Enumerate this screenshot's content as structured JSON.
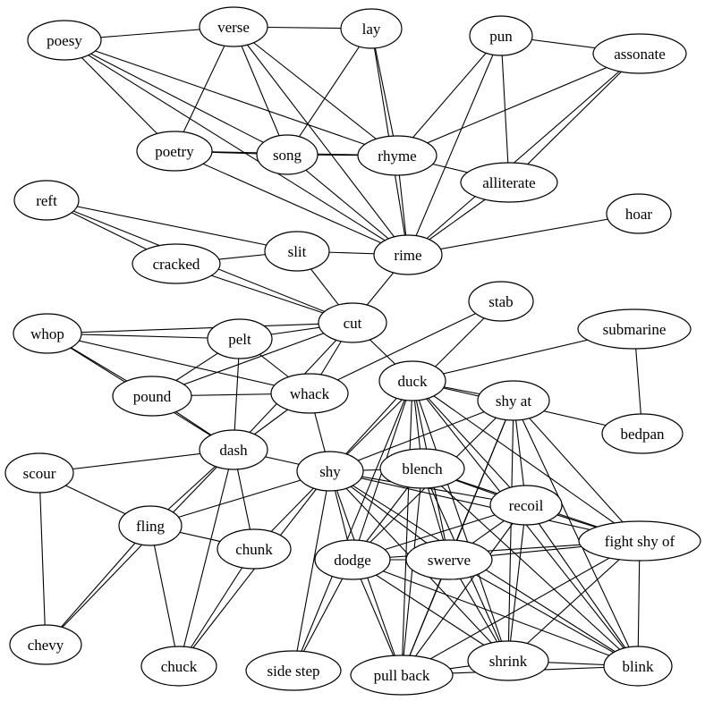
{
  "graph": {
    "nodes": [
      {
        "id": "poesy",
        "label": "poesy"
      },
      {
        "id": "verse",
        "label": "verse"
      },
      {
        "id": "lay",
        "label": "lay"
      },
      {
        "id": "pun",
        "label": "pun"
      },
      {
        "id": "assonate",
        "label": "assonate"
      },
      {
        "id": "poetry",
        "label": "poetry"
      },
      {
        "id": "song",
        "label": "song"
      },
      {
        "id": "rhyme",
        "label": "rhyme"
      },
      {
        "id": "alliterate",
        "label": "alliterate"
      },
      {
        "id": "reft",
        "label": "reft"
      },
      {
        "id": "hoar",
        "label": "hoar"
      },
      {
        "id": "slit",
        "label": "slit"
      },
      {
        "id": "rime",
        "label": "rime"
      },
      {
        "id": "cracked",
        "label": "cracked"
      },
      {
        "id": "stab",
        "label": "stab"
      },
      {
        "id": "whop",
        "label": "whop"
      },
      {
        "id": "cut",
        "label": "cut"
      },
      {
        "id": "pelt",
        "label": "pelt"
      },
      {
        "id": "submarine",
        "label": "submarine"
      },
      {
        "id": "duck",
        "label": "duck"
      },
      {
        "id": "pound",
        "label": "pound"
      },
      {
        "id": "whack",
        "label": "whack"
      },
      {
        "id": "shy_at",
        "label": "shy at"
      },
      {
        "id": "bedpan",
        "label": "bedpan"
      },
      {
        "id": "dash",
        "label": "dash"
      },
      {
        "id": "scour",
        "label": "scour"
      },
      {
        "id": "shy",
        "label": "shy"
      },
      {
        "id": "blench",
        "label": "blench"
      },
      {
        "id": "recoil",
        "label": "recoil"
      },
      {
        "id": "fling",
        "label": "fling"
      },
      {
        "id": "fight_shy_of",
        "label": "fight shy of"
      },
      {
        "id": "chunk",
        "label": "chunk"
      },
      {
        "id": "dodge",
        "label": "dodge"
      },
      {
        "id": "swerve",
        "label": "swerve"
      },
      {
        "id": "chevy",
        "label": "chevy"
      },
      {
        "id": "chuck",
        "label": "chuck"
      },
      {
        "id": "side_step",
        "label": "side step"
      },
      {
        "id": "pull_back",
        "label": "pull back"
      },
      {
        "id": "shrink",
        "label": "shrink"
      },
      {
        "id": "blink",
        "label": "blink"
      }
    ],
    "edges": [
      [
        "poesy",
        "verse"
      ],
      [
        "poesy",
        "poetry"
      ],
      [
        "poesy",
        "song"
      ],
      [
        "poesy",
        "rhyme"
      ],
      [
        "poesy",
        "rime"
      ],
      [
        "verse",
        "lay"
      ],
      [
        "verse",
        "poetry"
      ],
      [
        "verse",
        "song"
      ],
      [
        "verse",
        "rhyme"
      ],
      [
        "verse",
        "rime"
      ],
      [
        "lay",
        "song"
      ],
      [
        "lay",
        "rhyme"
      ],
      [
        "lay",
        "rime"
      ],
      [
        "pun",
        "assonate"
      ],
      [
        "pun",
        "rhyme"
      ],
      [
        "pun",
        "alliterate"
      ],
      [
        "pun",
        "rime"
      ],
      [
        "assonate",
        "rhyme"
      ],
      [
        "assonate",
        "alliterate"
      ],
      [
        "assonate",
        "rime"
      ],
      [
        "poetry",
        "song"
      ],
      [
        "poetry",
        "rhyme"
      ],
      [
        "poetry",
        "rime"
      ],
      [
        "song",
        "rhyme"
      ],
      [
        "song",
        "rime"
      ],
      [
        "rhyme",
        "alliterate"
      ],
      [
        "rhyme",
        "rime"
      ],
      [
        "alliterate",
        "rime"
      ],
      [
        "hoar",
        "rime"
      ],
      [
        "slit",
        "rime"
      ],
      [
        "rime",
        "cut"
      ],
      [
        "reft",
        "cracked"
      ],
      [
        "reft",
        "slit"
      ],
      [
        "reft",
        "cut"
      ],
      [
        "cracked",
        "slit"
      ],
      [
        "cracked",
        "cut"
      ],
      [
        "slit",
        "cut"
      ],
      [
        "whop",
        "cut"
      ],
      [
        "whop",
        "pelt"
      ],
      [
        "whop",
        "pound"
      ],
      [
        "whop",
        "whack"
      ],
      [
        "whop",
        "dash"
      ],
      [
        "pelt",
        "cut"
      ],
      [
        "pelt",
        "pound"
      ],
      [
        "pelt",
        "whack"
      ],
      [
        "pelt",
        "dash"
      ],
      [
        "pound",
        "cut"
      ],
      [
        "pound",
        "whack"
      ],
      [
        "pound",
        "dash"
      ],
      [
        "cut",
        "whack"
      ],
      [
        "cut",
        "dash"
      ],
      [
        "cut",
        "duck"
      ],
      [
        "whack",
        "dash"
      ],
      [
        "whack",
        "shy"
      ],
      [
        "stab",
        "whack"
      ],
      [
        "stab",
        "shy"
      ],
      [
        "submarine",
        "duck"
      ],
      [
        "submarine",
        "bedpan"
      ],
      [
        "duck",
        "shy_at"
      ],
      [
        "duck",
        "bedpan"
      ],
      [
        "duck",
        "shy"
      ],
      [
        "duck",
        "blench"
      ],
      [
        "duck",
        "recoil"
      ],
      [
        "duck",
        "fight_shy_of"
      ],
      [
        "duck",
        "dodge"
      ],
      [
        "duck",
        "swerve"
      ],
      [
        "duck",
        "side_step"
      ],
      [
        "duck",
        "pull_back"
      ],
      [
        "duck",
        "shrink"
      ],
      [
        "duck",
        "blink"
      ],
      [
        "shy_at",
        "shy"
      ],
      [
        "shy_at",
        "recoil"
      ],
      [
        "shy_at",
        "fight_shy_of"
      ],
      [
        "shy_at",
        "dodge"
      ],
      [
        "shy_at",
        "swerve"
      ],
      [
        "shy_at",
        "pull_back"
      ],
      [
        "shy_at",
        "shrink"
      ],
      [
        "shy_at",
        "blink"
      ],
      [
        "dash",
        "scour"
      ],
      [
        "dash",
        "shy"
      ],
      [
        "dash",
        "fling"
      ],
      [
        "dash",
        "chunk"
      ],
      [
        "dash",
        "chevy"
      ],
      [
        "dash",
        "chuck"
      ],
      [
        "scour",
        "fling"
      ],
      [
        "scour",
        "chevy"
      ],
      [
        "fling",
        "shy"
      ],
      [
        "fling",
        "chunk"
      ],
      [
        "fling",
        "chevy"
      ],
      [
        "fling",
        "chuck"
      ],
      [
        "chunk",
        "shy"
      ],
      [
        "chunk",
        "chuck"
      ],
      [
        "shy",
        "chuck"
      ],
      [
        "shy",
        "blench"
      ],
      [
        "shy",
        "recoil"
      ],
      [
        "shy",
        "fight_shy_of"
      ],
      [
        "shy",
        "dodge"
      ],
      [
        "shy",
        "swerve"
      ],
      [
        "shy",
        "side_step"
      ],
      [
        "shy",
        "pull_back"
      ],
      [
        "shy",
        "shrink"
      ],
      [
        "shy",
        "blink"
      ],
      [
        "blench",
        "recoil"
      ],
      [
        "blench",
        "fight_shy_of"
      ],
      [
        "blench",
        "dodge"
      ],
      [
        "blench",
        "swerve"
      ],
      [
        "blench",
        "pull_back"
      ],
      [
        "blench",
        "shrink"
      ],
      [
        "blench",
        "blink"
      ],
      [
        "recoil",
        "fight_shy_of"
      ],
      [
        "recoil",
        "dodge"
      ],
      [
        "recoil",
        "swerve"
      ],
      [
        "recoil",
        "pull_back"
      ],
      [
        "recoil",
        "shrink"
      ],
      [
        "recoil",
        "blink"
      ],
      [
        "fight_shy_of",
        "dodge"
      ],
      [
        "fight_shy_of",
        "swerve"
      ],
      [
        "fight_shy_of",
        "pull_back"
      ],
      [
        "fight_shy_of",
        "shrink"
      ],
      [
        "fight_shy_of",
        "blink"
      ],
      [
        "dodge",
        "swerve"
      ],
      [
        "dodge",
        "side_step"
      ],
      [
        "dodge",
        "pull_back"
      ],
      [
        "dodge",
        "shrink"
      ],
      [
        "dodge",
        "blink"
      ],
      [
        "swerve",
        "pull_back"
      ],
      [
        "swerve",
        "shrink"
      ],
      [
        "swerve",
        "blink"
      ],
      [
        "pull_back",
        "shrink"
      ],
      [
        "pull_back",
        "blink"
      ],
      [
        "shrink",
        "blink"
      ]
    ]
  }
}
